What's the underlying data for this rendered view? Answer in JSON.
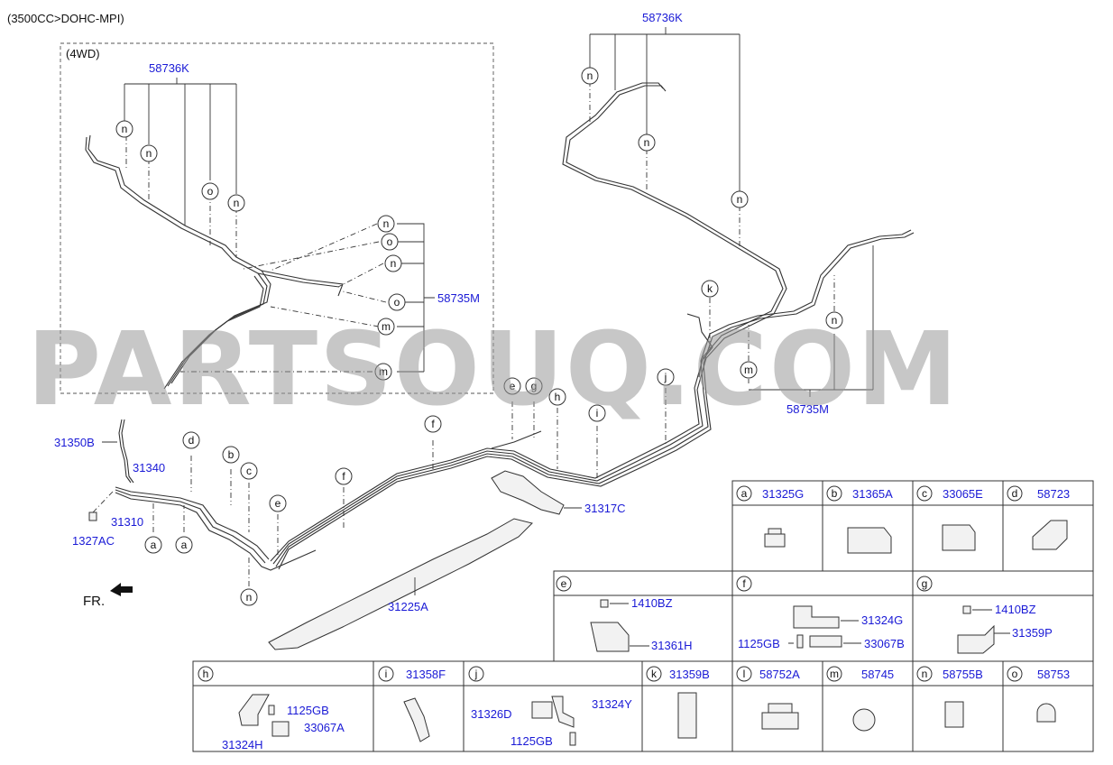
{
  "header": {
    "engine": "(3500CC>DOHC-MPI)",
    "variant": "(4WD)"
  },
  "watermark": "PARTSOUQ.COM",
  "direction": "FR.",
  "labels": {
    "p58736K_a": "58736K",
    "p58736K_b": "58736K",
    "p58735M_a": "58735M",
    "p58735M_b": "58735M",
    "p31350B": "31350B",
    "p31340": "31340",
    "p31310": "31310",
    "p1327AC": "1327AC",
    "p31317C": "31317C",
    "p31225A": "31225A"
  },
  "callouts": {
    "a": "a",
    "b": "b",
    "c": "c",
    "d": "d",
    "e": "e",
    "f": "f",
    "g": "g",
    "h": "h",
    "i": "i",
    "j": "j",
    "k": "k",
    "m": "m",
    "n": "n",
    "o": "o"
  },
  "legend": {
    "row1": [
      {
        "letter": "a",
        "part": "31325G"
      },
      {
        "letter": "b",
        "part": "31365A"
      },
      {
        "letter": "c",
        "part": "33065E"
      },
      {
        "letter": "d",
        "part": "58723"
      }
    ],
    "row2": [
      {
        "letter": "e",
        "parts": [
          "1410BZ",
          "31361H"
        ]
      },
      {
        "letter": "f",
        "parts": [
          "31324G",
          "1125GB",
          "33067B"
        ]
      },
      {
        "letter": "g",
        "parts": [
          "1410BZ",
          "31359P"
        ]
      }
    ],
    "row3": [
      {
        "letter": "h",
        "parts": [
          "1125GB",
          "33067A",
          "31324H"
        ]
      },
      {
        "letter": "i",
        "part": "31358F"
      },
      {
        "letter": "j",
        "parts": [
          "31326D",
          "31324Y",
          "1125GB"
        ]
      },
      {
        "letter": "k",
        "part": "31359B"
      },
      {
        "letter": "l",
        "part": "58752A"
      },
      {
        "letter": "m",
        "part": "58745"
      },
      {
        "letter": "n",
        "part": "58755B"
      },
      {
        "letter": "o",
        "part": "58753"
      }
    ]
  }
}
